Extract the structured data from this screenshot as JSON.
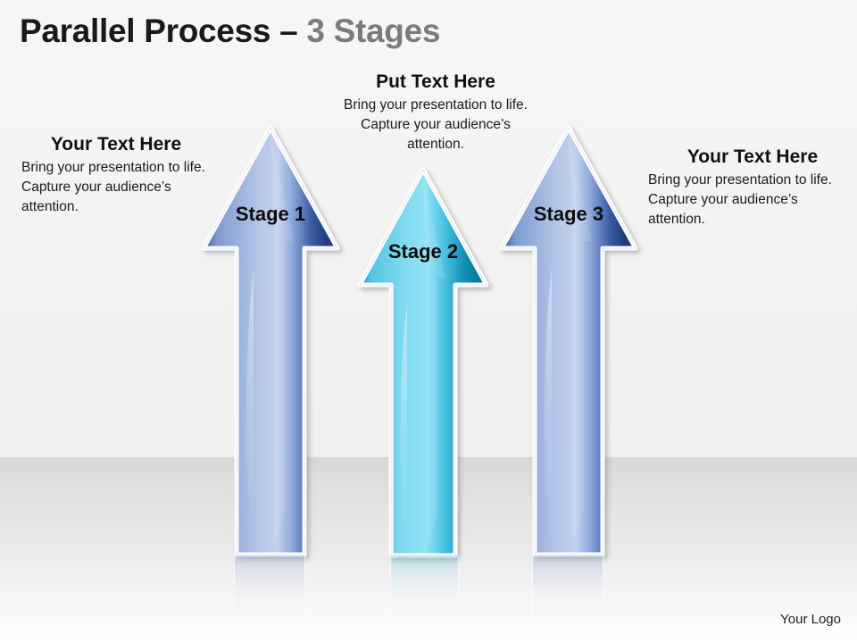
{
  "slide": {
    "title_main": "Parallel Process – ",
    "title_sub": "3 Stages",
    "logo": "Your Logo",
    "background": {
      "upper": "#f2f2f2",
      "floor": "#d8d8d8"
    }
  },
  "captions": [
    {
      "id": "left",
      "heading": "Your Text Here",
      "body": "Bring your presentation to life. Capture your audience’s attention."
    },
    {
      "id": "middle",
      "heading": "Put Text Here",
      "body": "Bring your presentation to life. Capture your audience’s attention."
    },
    {
      "id": "right",
      "heading": "Your Text Here",
      "body": "Bring your presentation to life. Capture your audience’s attention."
    }
  ],
  "arrows": [
    {
      "label": "Stage 1",
      "color_light": "#aec2e4",
      "color_mid": "#89a5d6",
      "color_dark": "#1f3f7e",
      "color_edge": "#2c4f96",
      "outline": "#ffffff"
    },
    {
      "label": "Stage 2",
      "color_light": "#8fdcf0",
      "color_mid": "#3cc2e3",
      "color_dark": "#0craft",
      "color_edge": "#0d7ea5",
      "outline": "#ffffff"
    },
    {
      "label": "Stage 3",
      "color_light": "#aec2e4",
      "color_mid": "#89a5d6",
      "color_dark": "#1f3f7e",
      "color_edge": "#2c4f96",
      "outline": "#ffffff"
    }
  ]
}
